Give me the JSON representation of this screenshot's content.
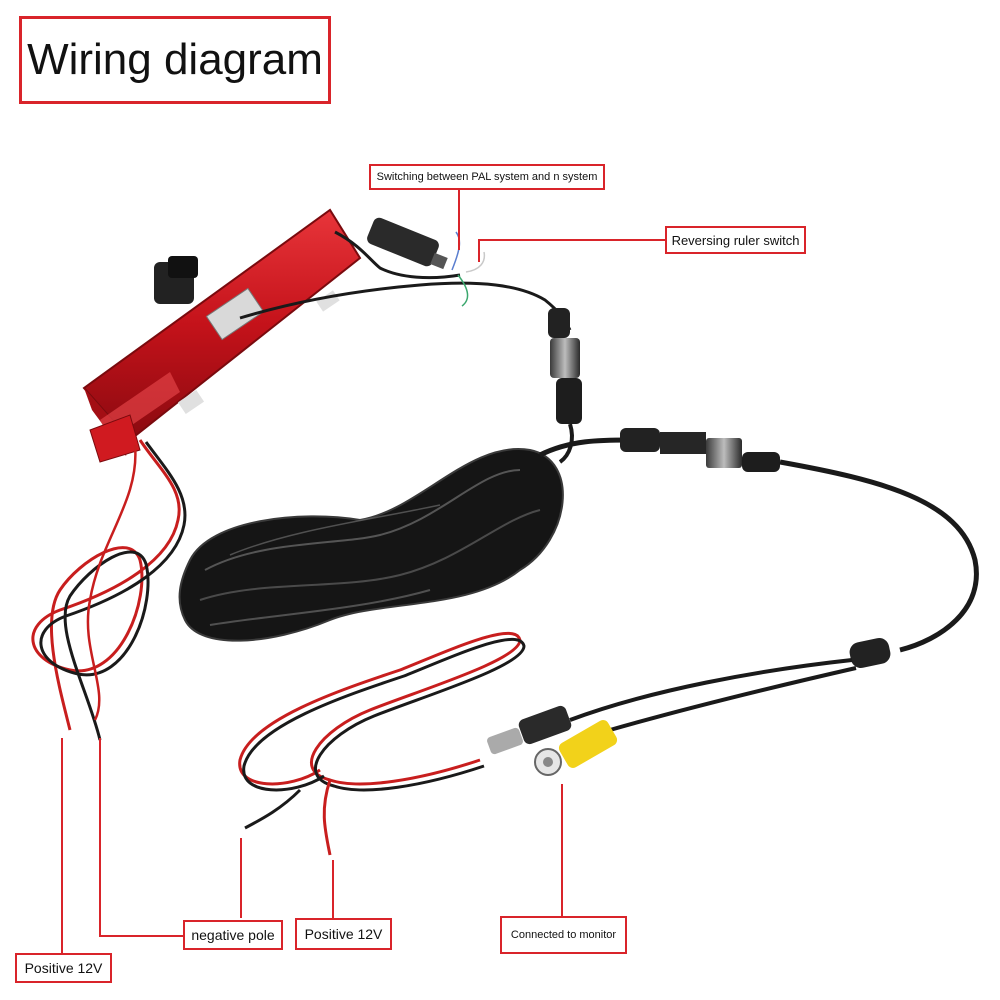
{
  "title": "Wiring diagram",
  "labels": {
    "pal_switch": "Switching between PAL system and n system",
    "ruler_switch": "Reversing ruler switch",
    "positive_left": "Positive 12V",
    "negative_pole": "negative pole",
    "positive_mid": "Positive 12V",
    "monitor": "Connected to monitor"
  },
  "colors": {
    "label_border": "#d9242a",
    "leader_line": "#d9242a",
    "red_wire": "#c81e1e",
    "black_wire": "#1a1a1a",
    "lamp_red": "#d3161b",
    "rca_yellow": "#f2d21a"
  }
}
